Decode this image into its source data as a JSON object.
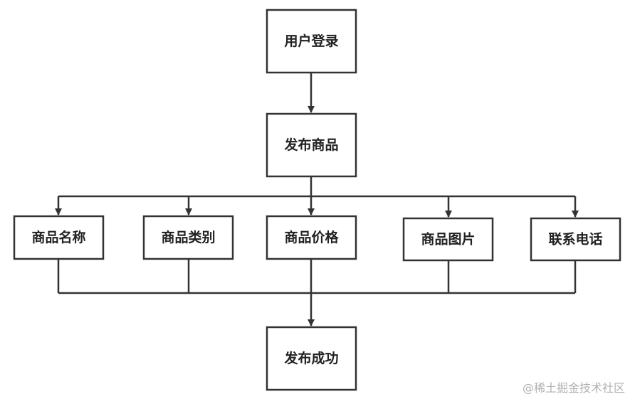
{
  "nodes": {
    "login": "用户登录",
    "publish": "发布商品",
    "name": "商品名称",
    "category": "商品类别",
    "price": "商品价格",
    "image": "商品图片",
    "phone": "联系电话",
    "success": "发布成功"
  },
  "watermark": "@稀土掘金技术社区",
  "colors": {
    "stroke": "#333333",
    "text": "#222222",
    "watermark": "#b0b0b0"
  }
}
